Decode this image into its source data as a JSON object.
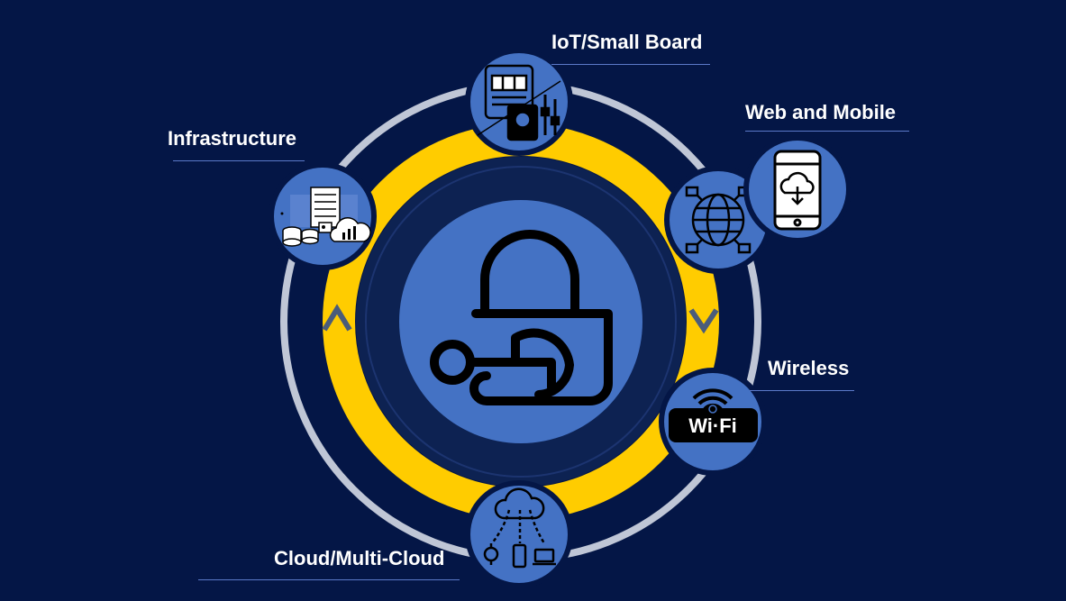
{
  "colors": {
    "background": "#041646",
    "ring_outer": "#bfc6d6",
    "ring_accent": "#ffcc00",
    "node_fill": "#4472c4",
    "inner_dark": "#0d2252",
    "icon_stroke": "#000000",
    "label_text": "#ffffff",
    "underline": "#5b79c9"
  },
  "center": {
    "icon": "padlock-key-icon"
  },
  "nodes": [
    {
      "id": "iot",
      "label": "IoT/Small Board",
      "icon": "slot-machine-circuit-icon"
    },
    {
      "id": "web-mobile",
      "label": "Web and Mobile",
      "icon": "globe-network-icon",
      "secondary_icon": "phone-cloud-download-icon"
    },
    {
      "id": "wireless",
      "label": "Wireless",
      "icon": "wifi-badge-icon",
      "badge_text": "Wi·Fi"
    },
    {
      "id": "cloud",
      "label": "Cloud/Multi-Cloud",
      "icon": "cloud-devices-icon"
    },
    {
      "id": "infrastructure",
      "label": "Infrastructure",
      "icon": "server-database-cloud-icon"
    }
  ]
}
